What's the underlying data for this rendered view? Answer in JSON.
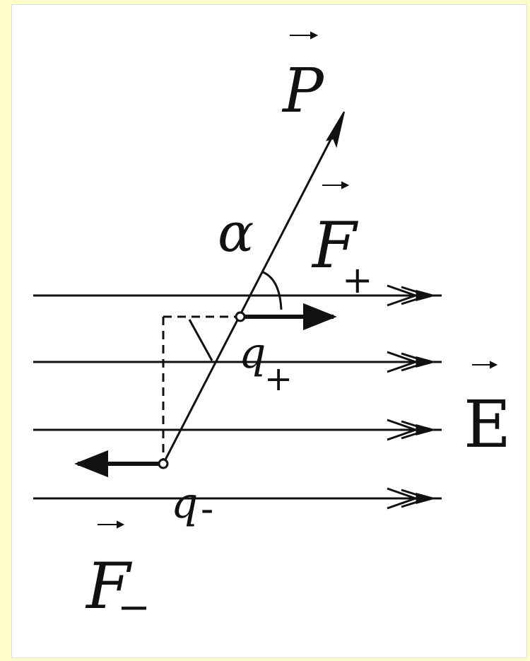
{
  "labels": {
    "dipole_moment": "P",
    "force_plus": "F",
    "force_plus_sub": "+",
    "force_minus": "F",
    "force_minus_sub": "−",
    "angle": "α",
    "charge_plus": "q",
    "charge_plus_sub": "+",
    "charge_minus": "q",
    "charge_minus_sub": "-",
    "field": "E"
  },
  "colors": {
    "background": "#ffffcc",
    "panel": "#ffffff",
    "ink": "#111111"
  }
}
